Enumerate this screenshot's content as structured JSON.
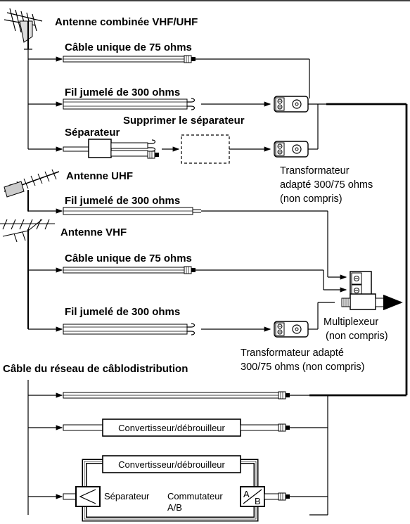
{
  "labels": {
    "combined_antenna": "Antenne combinée VHF/UHF",
    "single_cable_1": "Câble unique de 75 ohms",
    "twin_lead_1": "Fil jumelé de 300 ohms",
    "remove_splitter": "Supprimer le séparateur",
    "splitter_top": "Séparateur",
    "transformer_1_line1": "Transformateur",
    "transformer_1_line2": "adapté 300/75 ohms",
    "transformer_1_line3": "(non compris)",
    "uhf_antenna": "Antenne UHF",
    "twin_lead_uhf": "Fil jumelé de 300 ohms",
    "vhf_antenna": "Antenne VHF",
    "single_cable_vhf": "Câble unique de 75 ohms",
    "twin_lead_vhf": "Fil jumelé de 300 ohms",
    "multiplexer_line1": "Multiplexeur",
    "multiplexer_line2": "(non compris)",
    "transformer_2_line1": "Transformateur adapté",
    "transformer_2_line2": "300/75 ohms (non compris)",
    "cable_network": "Câble du réseau de câblodistribution",
    "converter_1": "Convertisseur/débrouilleur",
    "converter_2": "Convertisseur/débrouilleur",
    "splitter_bottom": "Séparateur",
    "ab_switch_line1": "Commutateur",
    "ab_switch_line2": "A/B",
    "ab_a": "A",
    "ab_b": "B"
  },
  "icons": [
    "combined-antenna-icon",
    "uhf-antenna-icon",
    "vhf-antenna-icon",
    "transformer-icon",
    "multiplexer-icon",
    "splitter-icon",
    "ab-switch-icon"
  ]
}
